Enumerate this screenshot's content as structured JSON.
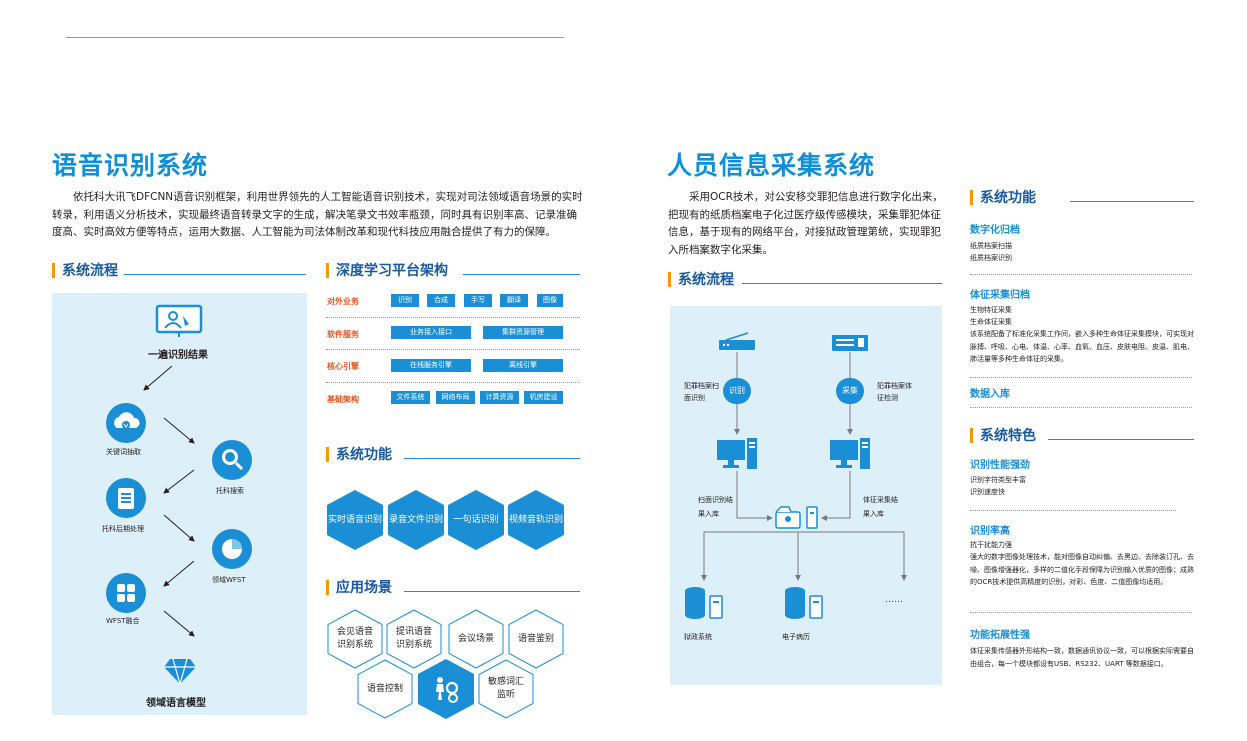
{
  "speech": {
    "title": "语音识别系统",
    "intro": "依托科大讯飞DFCNN语音识别框架，利用世界领先的人工智能语音识别技术，实现对司法领域语音场景的实时转录，利用语义分析技术，实现最终语音转录文字的生成，解决笔录文书效率瓶颈，同时具有识别率高、记录准确度高、实时高效方便等特点，运用大数据、人工智能为司法体制改革和现代科技应用融合提供了有力的保障。",
    "flow": {
      "heading": "系统流程",
      "result": "一遍识别结果",
      "keyword": "关键词抽取",
      "search": "托科搜索",
      "post": "托科后期处理",
      "domain_wfst": "领域WFST",
      "wfst_fuse": "WFST融合",
      "model": "领域语言模型"
    },
    "arch": {
      "heading": "深度学习平台架构",
      "rows": [
        {
          "label": "对外业务",
          "chips": [
            "识别",
            "合成",
            "手写",
            "翻译",
            "图像"
          ]
        },
        {
          "label": "软件服务",
          "chips": [
            "业务接入接口",
            "集群资源管理"
          ]
        },
        {
          "label": "核心引擎",
          "chips": [
            "在线服务引擎",
            "离线引擎"
          ]
        },
        {
          "label": "基础架构",
          "chips": [
            "文件系统",
            "网络布局",
            "计算资源",
            "机房建设"
          ]
        }
      ]
    },
    "functions": {
      "heading": "系统功能",
      "items": [
        "实时语音识别",
        "录音文件识别",
        "一句话识别",
        "视频音轨识别"
      ]
    },
    "scenes": {
      "heading": "应用场景",
      "items": [
        "会见语音识别系统",
        "提讯语音识别系统",
        "会议场景",
        "语音鉴别",
        "语音控制",
        "敏感词汇监听"
      ],
      "icon": "gear-person-icon"
    }
  },
  "person": {
    "title": "人员信息采集系统",
    "intro": "采用OCR技术，对公安移交罪犯信息进行数字化出来，把现有的纸质档案电子化过医疗级传感模块，采集罪犯体征信息，基于现有的网络平台，对接狱政管理第统，实现罪犯入所档案数字化采集。",
    "flow": {
      "heading": "系统流程",
      "left_caption": "犯罪档案扫面识别",
      "left_node": "识别",
      "right_caption": "犯罪档案体征检测",
      "right_node": "采集",
      "left_entry": "扫面识别结果入库",
      "right_entry": "体征采集结果入库",
      "targets": [
        "狱政系统",
        "电子病历",
        "……"
      ]
    },
    "functions": {
      "heading": "系统功能",
      "groups": [
        {
          "title": "数字化归档",
          "lines": [
            "纸质档案扫描",
            "纸质档案识别"
          ]
        },
        {
          "title": "体征采集归档",
          "lines": [
            "生物特征采集",
            "生命体征采集",
            "该系统配备了标准化采集工作间，嵌入多种生命体征采集模块，可实现对脉搏、呼吸、心电、体温、心率、血氧、血压、皮肤电阻、皮温、肌电、肺活量等多种生命体征的采集。"
          ]
        },
        {
          "title": "数据入库",
          "lines": []
        }
      ]
    },
    "features": {
      "heading": "系统特色",
      "groups": [
        {
          "title": "识别性能强劲",
          "lines": [
            "识别字符类型丰富",
            "识别速度快"
          ]
        },
        {
          "title": "识别率高",
          "lines": [
            "抗干扰能力强",
            "强大的数字图像处理技术，能对图像自动纠偏、去黑边、去除装订孔、去噪、图像增强器化，多样的二值化手段保障为识别输入优质的图像；成熟的OCR技术提供高精度的识别，对彩、色度、二值图像均适用。"
          ]
        },
        {
          "title": "功能拓展性强",
          "lines": [
            "体征采集传感器外形结构一致，数据通讯协议一致，可以根据实际需要自由组合，每一个模块都设有USB、RS232、UART 等数据接口。"
          ]
        }
      ]
    }
  },
  "colors": {
    "title_blue": "#0f8fd6",
    "accent_orange": "#f39800",
    "panel_bg": "#ddeff9",
    "row_label_red": "#e8531f"
  }
}
